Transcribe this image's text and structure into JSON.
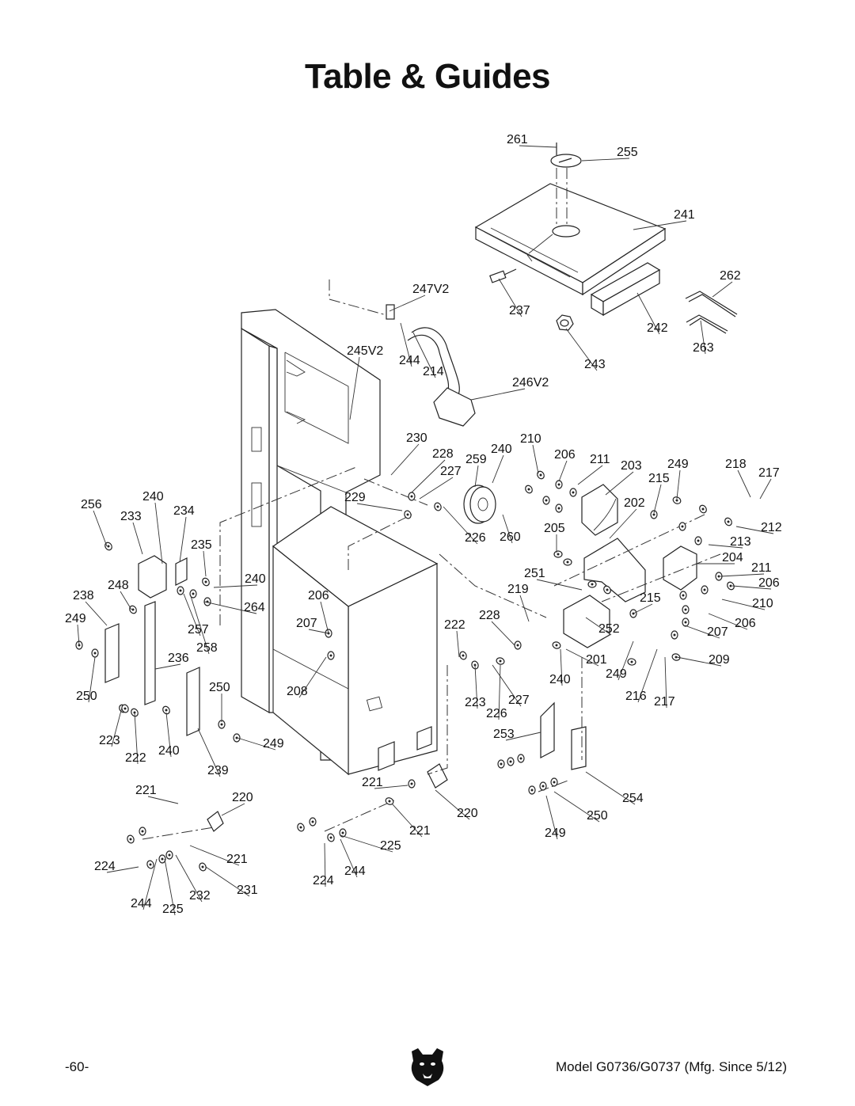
{
  "title": "Table & Guides",
  "page_number": "-60-",
  "model_text": "Model G0736/G0737 (Mfg. Since 5/12)",
  "logo_icon": "grizzly-bear-head-icon",
  "part_labels": [
    "261",
    "255",
    "241",
    "262",
    "247V2",
    "237",
    "242",
    "263",
    "245V2",
    "244",
    "214",
    "243",
    "246V2",
    "230",
    "210",
    "206",
    "211",
    "203",
    "249",
    "218",
    "217",
    "228",
    "259",
    "240",
    "227",
    "215",
    "256",
    "240",
    "234",
    "229",
    "202",
    "212",
    "233",
    "205",
    "213",
    "235",
    "226",
    "260",
    "204",
    "211",
    "206",
    "251",
    "219",
    "240",
    "215",
    "210",
    "248",
    "264",
    "238",
    "206",
    "249",
    "207",
    "228",
    "222",
    "252",
    "206",
    "207",
    "257",
    "258",
    "236",
    "201",
    "209",
    "249",
    "240",
    "216",
    "217",
    "250",
    "208",
    "250",
    "223",
    "227",
    "226",
    "253",
    "223",
    "222",
    "240",
    "249",
    "239",
    "221",
    "220",
    "254",
    "221",
    "220",
    "250",
    "221",
    "249",
    "225",
    "224",
    "221",
    "244",
    "224",
    "231",
    "232",
    "244",
    "225"
  ]
}
